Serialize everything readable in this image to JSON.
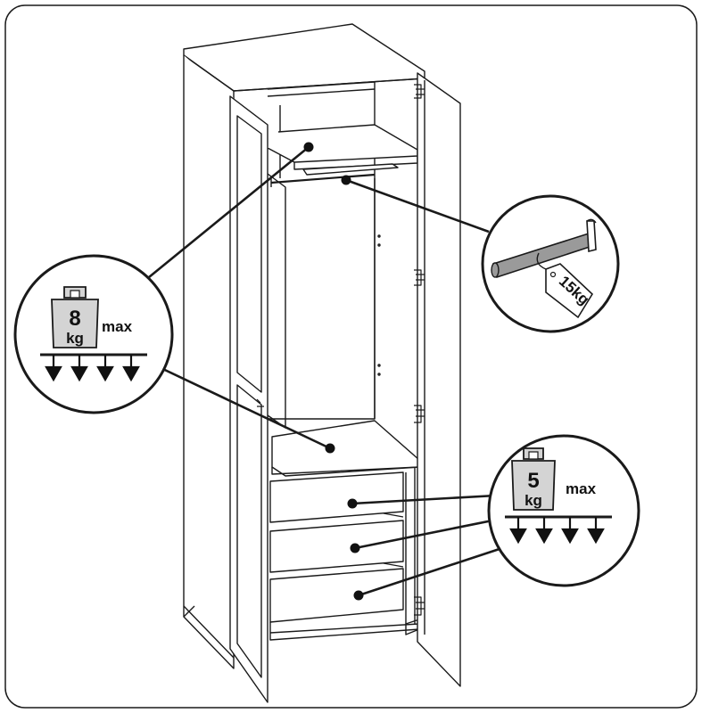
{
  "callouts": {
    "shelf": {
      "weight_value": "8",
      "weight_unit": "kg",
      "max_label": "max"
    },
    "rail": {
      "tag_label": "15kg"
    },
    "drawers": {
      "weight_value": "5",
      "weight_unit": "kg",
      "max_label": "max"
    }
  },
  "colors": {
    "stroke": "#1a1a1a",
    "weight_fill": "#d4d4d4",
    "rail_fill": "#9a9a9a",
    "background": "#ffffff"
  },
  "icons": [
    "weight-icon",
    "down-arrow-icon",
    "hanging-rail-icon",
    "tag-icon"
  ]
}
